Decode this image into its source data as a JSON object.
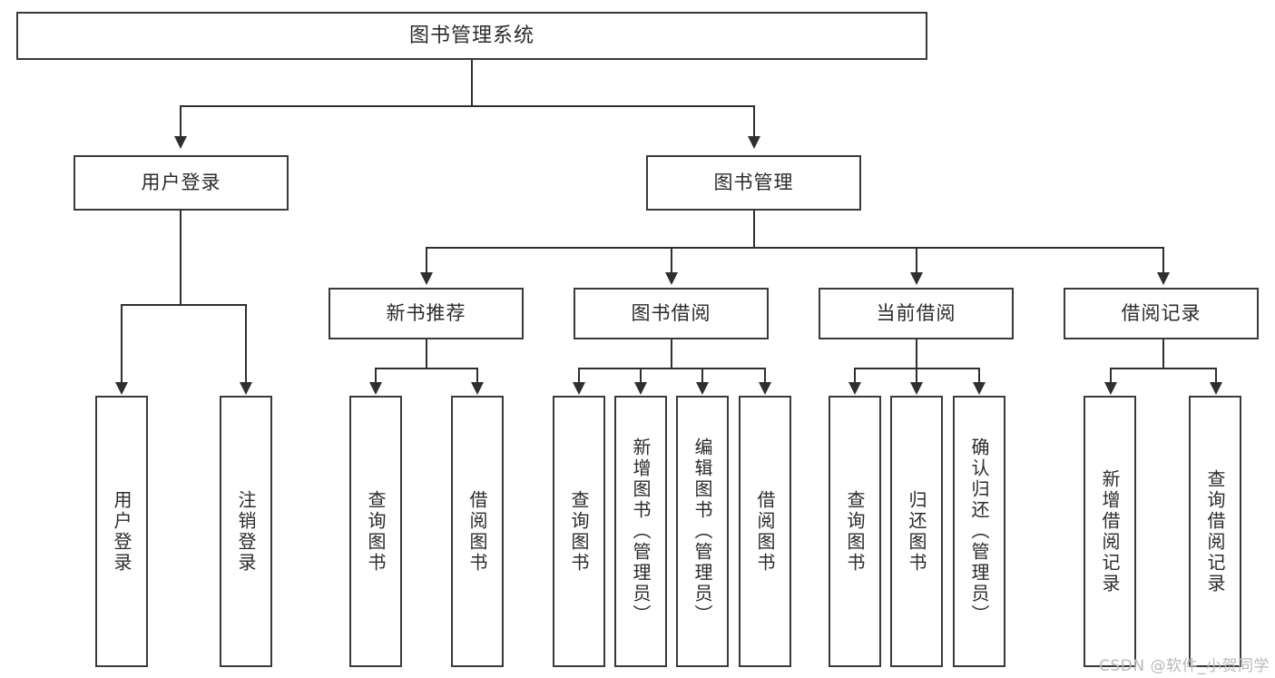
{
  "diagram": {
    "title": "图书管理系统",
    "type": "hierarchy-tree",
    "root": {
      "label": "图书管理系统"
    },
    "level2": [
      {
        "id": "user-login",
        "label": "用户登录"
      },
      {
        "id": "book-manage",
        "label": "图书管理"
      }
    ],
    "level3": [
      {
        "id": "new-book-recommend",
        "label": "新书推荐",
        "parent": "book-manage"
      },
      {
        "id": "book-borrow",
        "label": "图书借阅",
        "parent": "book-manage"
      },
      {
        "id": "current-borrow",
        "label": "当前借阅",
        "parent": "book-manage"
      },
      {
        "id": "borrow-record",
        "label": "借阅记录",
        "parent": "book-manage"
      }
    ],
    "leaves": [
      {
        "id": "leaf-user-login",
        "label": "用户登录",
        "parent": "user-login"
      },
      {
        "id": "leaf-logout-login",
        "label": "注销登录",
        "parent": "user-login"
      },
      {
        "id": "leaf-query-book-1",
        "label": "查询图书",
        "parent": "new-book-recommend"
      },
      {
        "id": "leaf-borrow-book-1",
        "label": "借阅图书",
        "parent": "new-book-recommend"
      },
      {
        "id": "leaf-query-book-2",
        "label": "查询图书",
        "parent": "book-borrow"
      },
      {
        "id": "leaf-add-book",
        "label": "新增图书（管理员）",
        "parent": "book-borrow"
      },
      {
        "id": "leaf-edit-book",
        "label": "编辑图书（管理员）",
        "parent": "book-borrow"
      },
      {
        "id": "leaf-borrow-book-2",
        "label": "借阅图书",
        "parent": "book-borrow"
      },
      {
        "id": "leaf-query-book-3",
        "label": "查询图书",
        "parent": "current-borrow"
      },
      {
        "id": "leaf-return-book",
        "label": "归还图书",
        "parent": "current-borrow"
      },
      {
        "id": "leaf-confirm-return",
        "label": "确认归还（管理员）",
        "parent": "current-borrow"
      },
      {
        "id": "leaf-add-record",
        "label": "新增借阅记录",
        "parent": "borrow-record"
      },
      {
        "id": "leaf-query-record",
        "label": "查询借阅记录",
        "parent": "borrow-record"
      }
    ]
  },
  "watermark": {
    "text": "CSDN @软件_小贺同学"
  },
  "colors": {
    "box_border": "#3a3a3a",
    "connector": "#2f2f2f",
    "text": "#2b2b2b",
    "background": "#ffffff",
    "watermark": "#b9b9b9"
  }
}
